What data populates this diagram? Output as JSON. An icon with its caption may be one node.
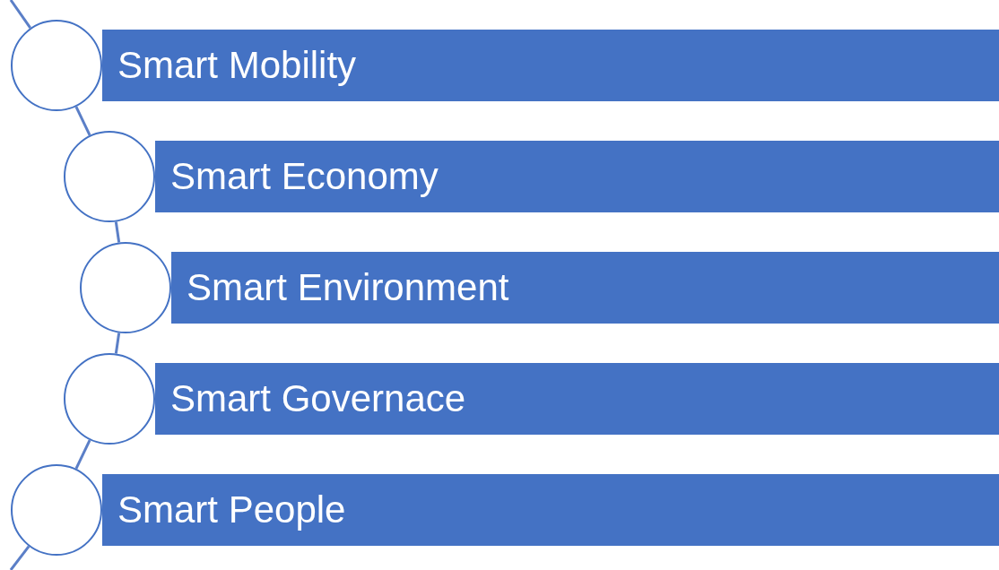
{
  "diagram": {
    "nodes": [
      {
        "text": [],
        "shape": "circle"
      },
      {
        "text": [
          "Smart Mobility"
        ]
      },
      {
        "text": [],
        "shape": "circle"
      },
      {
        "text": [
          "Smart Economy"
        ]
      },
      {
        "text": [],
        "shape": "circle"
      },
      {
        "text": [
          "Smart Environment"
        ]
      },
      {
        "text": [],
        "shape": "circle"
      },
      {
        "text": [
          "Smart Governace"
        ]
      },
      {
        "text": [],
        "shape": "circle"
      },
      {
        "text": [
          "Smart People"
        ]
      }
    ],
    "edges": [
      {
        "from": null,
        "to": 0,
        "arrow": "none"
      },
      {
        "from": 0,
        "to": 2,
        "arrow": "none"
      },
      {
        "from": 2,
        "to": 4,
        "arrow": "none"
      },
      {
        "from": 4,
        "to": 6,
        "arrow": "none"
      },
      {
        "from": 6,
        "to": 8,
        "arrow": "none"
      },
      {
        "from": 8,
        "to": null,
        "arrow": "none"
      }
    ]
  }
}
